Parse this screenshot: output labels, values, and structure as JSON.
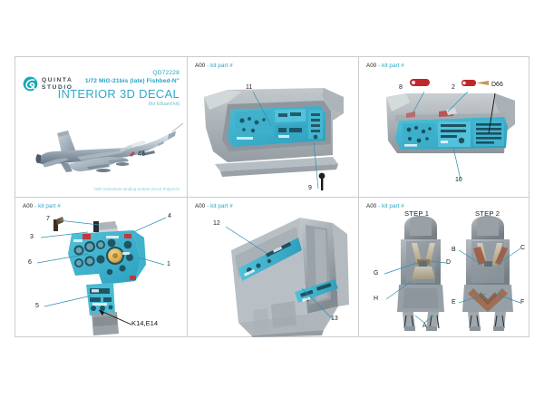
{
  "document": {
    "type": "instruction-sheet",
    "background": "#ffffff",
    "frame_border": "#c9cdd0"
  },
  "brand": {
    "name_line1": "QUINTA",
    "name_line2": "STUDIO",
    "logo_icon": "quinta-q-swirl-icon",
    "logo_color": "#19a7b5",
    "text_color": "#3c4b52"
  },
  "title": {
    "product_code": "QD72228",
    "scale_subject": "1/72 MiG-21bis (late) Fishbed-N\"",
    "main": "INTERIOR 3D DECAL",
    "for_kit": "(for Eduard kit)",
    "footnote": "*with instrument landing system (SAU) Polyot-OI",
    "accent_color": "#2fa9cb"
  },
  "aircraft": {
    "name": "mig-21bis-side-profile",
    "marking": "48"
  },
  "panels": [
    {
      "id": "title",
      "header": null
    },
    {
      "id": "top-middle",
      "header": {
        "code": "A00",
        "suffix": "- kit part #"
      },
      "subject": "cockpit-tub-port-console",
      "callouts": [
        {
          "label": "11"
        },
        {
          "label": "9"
        }
      ]
    },
    {
      "id": "top-right",
      "header": {
        "code": "A00",
        "suffix": "- kit part #"
      },
      "subject": "instrument-panel-coaming",
      "callouts": [
        {
          "label": "8"
        },
        {
          "label": "2"
        },
        {
          "label": "D66"
        },
        {
          "label": "10"
        }
      ]
    },
    {
      "id": "bottom-left",
      "header": {
        "code": "A00",
        "suffix": "- kit part #"
      },
      "subject": "main-instrument-panel",
      "callouts": [
        {
          "label": "7"
        },
        {
          "label": "3"
        },
        {
          "label": "6"
        },
        {
          "label": "5"
        },
        {
          "label": "4"
        },
        {
          "label": "1"
        },
        {
          "label": "K14,E14"
        }
      ]
    },
    {
      "id": "bottom-middle",
      "header": {
        "code": "A00",
        "suffix": "- kit part #"
      },
      "subject": "cockpit-tub-interior",
      "callouts": [
        {
          "label": "12"
        },
        {
          "label": "13"
        }
      ]
    },
    {
      "id": "bottom-right",
      "header": {
        "code": "A00",
        "suffix": "- kit part #"
      },
      "subject": "ejection-seat-km1",
      "steps": [
        {
          "label": "STEP 1",
          "callouts": [
            "G",
            "D",
            "H",
            "A"
          ]
        },
        {
          "label": "STEP 2",
          "callouts": [
            "B",
            "C",
            "E",
            "F"
          ]
        }
      ]
    }
  ],
  "callout_labels": {
    "c1": "1",
    "c2": "2",
    "c3": "3",
    "c4": "4",
    "c5": "5",
    "c6": "6",
    "c7": "7",
    "c8": "8",
    "c9": "9",
    "c10": "10",
    "c11": "11",
    "c12": "12",
    "c13": "13",
    "d66": "D66",
    "k14e14": "K14,E14",
    "a": "A",
    "b": "B",
    "c": "C",
    "d": "D",
    "e": "E",
    "f": "F",
    "g": "G",
    "h": "H",
    "step1": "STEP 1",
    "step2": "STEP 2"
  },
  "panel_header": {
    "code": "A00",
    "suffix": "- kit part #"
  }
}
